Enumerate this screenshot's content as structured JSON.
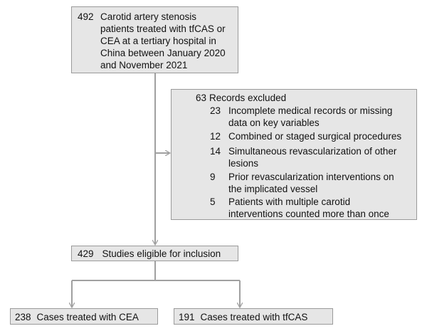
{
  "initial": {
    "count": "492",
    "text": [
      "Carotid artery stenosis",
      "patients treated with tfCAS or",
      "CEA at a tertiary hospital in",
      "China between January 2020",
      "and November 2021"
    ]
  },
  "excluded": {
    "count": "63",
    "title": "Records excluded",
    "items": [
      {
        "count": "23",
        "lines": [
          "Incomplete medical records or missing",
          "data on key variables"
        ]
      },
      {
        "count": "12",
        "lines": [
          "Combined or staged surgical procedures"
        ]
      },
      {
        "count": "14",
        "lines": [
          "Simultaneous revascularization of other",
          "lesions"
        ]
      },
      {
        "count": "9",
        "lines": [
          "Prior revascularization interventions on",
          "the implicated vessel"
        ]
      },
      {
        "count": "5",
        "lines": [
          "Patients with multiple carotid",
          "interventions counted more than once"
        ]
      }
    ]
  },
  "eligible": {
    "count": "429",
    "text": "Studies eligible for inclusion"
  },
  "cea": {
    "count": "238",
    "text": "Cases treated with CEA"
  },
  "tfcas": {
    "count": "191",
    "text": "Cases treated with tfCAS"
  },
  "colors": {
    "box_fill": "#e6e6e6",
    "box_border": "#9a9a9a",
    "arrow": "#a0a0a0"
  }
}
